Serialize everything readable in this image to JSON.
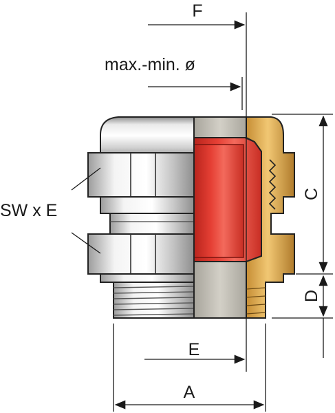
{
  "labels": {
    "f": "F",
    "max_min": "max.-min. ø",
    "c": "C",
    "d": "D",
    "e": "E",
    "a": "A",
    "sw_e": "SW x E"
  },
  "colors": {
    "nut_metal_light": "#f2f2f2",
    "nut_metal_dark": "#9a9a9a",
    "seal_red": "#e03a2e",
    "seal_red_dark": "#b8241c",
    "brass": "#d9a94c",
    "brass_dark": "#a97a2a",
    "body_grey": "#b9b6ad"
  },
  "icons": [
    "dimension-arrow",
    "leader-line"
  ]
}
